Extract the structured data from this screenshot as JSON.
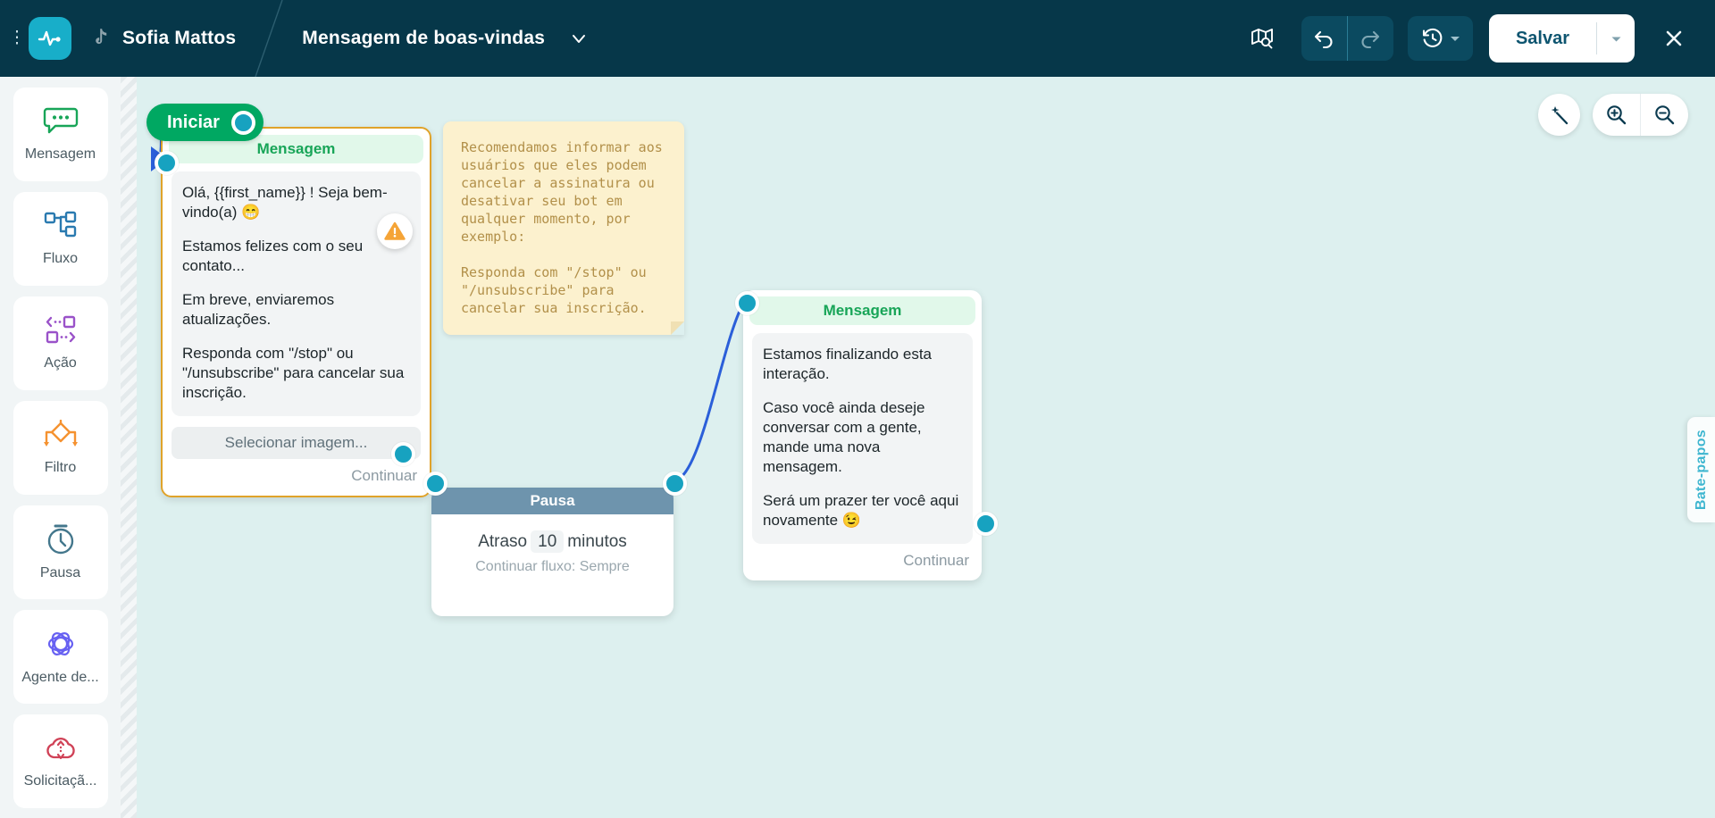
{
  "header": {
    "menu_handle_icon": "drag-dots-icon",
    "app_logo_icon": "pulse-logo-icon",
    "breadcrumb": {
      "account_platform_icon": "tiktok-icon",
      "account_name": "Sofia Mattos",
      "flow_title": "Mensagem de boas-vindas",
      "chevron_icon": "chevron-down-icon"
    },
    "actions": {
      "guide_icon": "map-search-icon",
      "undo_icon": "undo-arrow-icon",
      "redo_icon": "redo-arrow-icon",
      "history_icon": "history-clock-icon",
      "history_caret_icon": "caret-down-icon",
      "save_label": "Salvar",
      "save_caret_icon": "caret-down-icon",
      "close_icon": "close-x-icon"
    }
  },
  "sidebar": {
    "items": [
      {
        "label": "Mensagem",
        "icon": "chat-bubble-icon",
        "color": "#18a558"
      },
      {
        "label": "Fluxo",
        "icon": "flow-tree-icon",
        "color": "#2a7ab0"
      },
      {
        "label": "Ação",
        "icon": "action-arrows-icon",
        "color": "#9a52c9"
      },
      {
        "label": "Filtro",
        "icon": "filter-diamond-icon",
        "color": "#f59230"
      },
      {
        "label": "Pausa",
        "icon": "stopwatch-icon",
        "color": "#44778c"
      },
      {
        "label": "Agente de...",
        "icon": "ai-agent-atom-icon",
        "color": "#6761f2"
      },
      {
        "label": "Solicitaçã...",
        "icon": "cloud-request-icon",
        "color": "#d04257"
      }
    ]
  },
  "canvas": {
    "start_node": {
      "label": "Iniciar",
      "port_icon": "output-port-icon"
    },
    "message_node_1": {
      "title": "Mensagem",
      "warning_icon": "warning-triangle-icon",
      "paragraphs": [
        "Olá, {{first_name}} ! Seja bem-vindo(a) 😁",
        "Estamos felizes com o seu contato...",
        "Em breve, enviaremos atualizações.",
        "Responda com \"/stop\" ou \"/unsubscribe\" para cancelar sua inscrição."
      ],
      "image_picker_label": "Selecionar imagem...",
      "continue_label": "Continuar",
      "border_color": "#e0a32a"
    },
    "note_card": {
      "paragraphs": [
        "Recomendamos informar aos usuários que eles podem cancelar a assinatura ou desativar seu bot em qualquer momento, por exemplo:",
        "Responda com \"/stop\" ou \"/unsubscribe\" para cancelar sua inscrição."
      ],
      "background": "#fcf1ce",
      "text_color": "#b2904a"
    },
    "pause_node": {
      "title": "Pausa",
      "delay_label": "Atraso",
      "delay_value": "10",
      "delay_unit": "minutos",
      "flow_rule": "Continuar fluxo: Sempre",
      "header_color": "#6e94ad"
    },
    "message_node_2": {
      "title": "Mensagem",
      "paragraphs": [
        "Estamos finalizando esta interação.",
        "Caso você ainda deseje conversar com a gente, mande uma nova mensagem.",
        "Será um prazer ter você aqui novamente 😉"
      ],
      "continue_label": "Continuar"
    },
    "tools": {
      "auto_layout_icon": "magic-wand-icon",
      "zoom_in_icon": "zoom-in-icon",
      "zoom_out_icon": "zoom-out-icon"
    },
    "chat_tab_label": "Bate-papos"
  },
  "colors": {
    "header_bg": "#063749",
    "canvas_bg": "#ddf0ef",
    "accent_teal": "#17a2c0",
    "start_green": "#00a862",
    "message_green": "#18a558",
    "edge_blue": "#2b5fd9"
  }
}
